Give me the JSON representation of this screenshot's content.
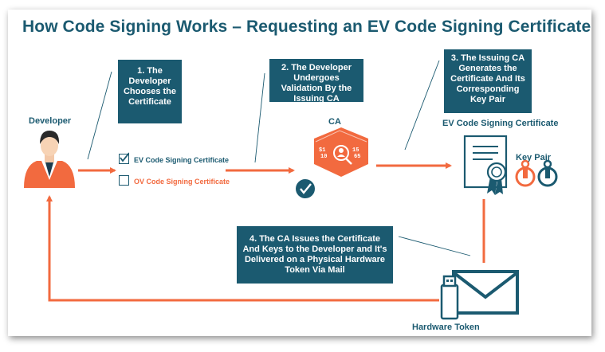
{
  "title": "How Code Signing Works – Requesting an EV Code Signing Certificate",
  "steps": {
    "step1": "1. The Developer Chooses the Certificate",
    "step2": "2. The Developer Undergoes Validation By the Issuing CA",
    "step3": "3. The Issuing CA Generates the Certificate And Its Corresponding Key Pair",
    "step4": "4. The CA Issues the Certificate And Keys to the Developer and It's Delivered on a Physical Hardware Token Via Mail"
  },
  "labels": {
    "developer": "Developer",
    "ca": "CA",
    "ev_cert": "EV Code Signing Certificate",
    "key_pair": "Key Pair",
    "hardware_token": "Hardware Token"
  },
  "options": {
    "ev": "EV Code Signing Certificate",
    "ov": "OV Code Signing Certificate"
  },
  "ca_digits": {
    "tl": "$1",
    "tl2": "10",
    "tr": "15",
    "tr2": "65"
  },
  "colors": {
    "teal": "#1b5a70",
    "orange": "#f26a3f"
  },
  "icons": [
    "developer-avatar-icon",
    "search-user-icon",
    "checkmark-circle-icon",
    "certificate-icon",
    "lock-key-icon",
    "envelope-icon",
    "usb-drive-icon"
  ]
}
